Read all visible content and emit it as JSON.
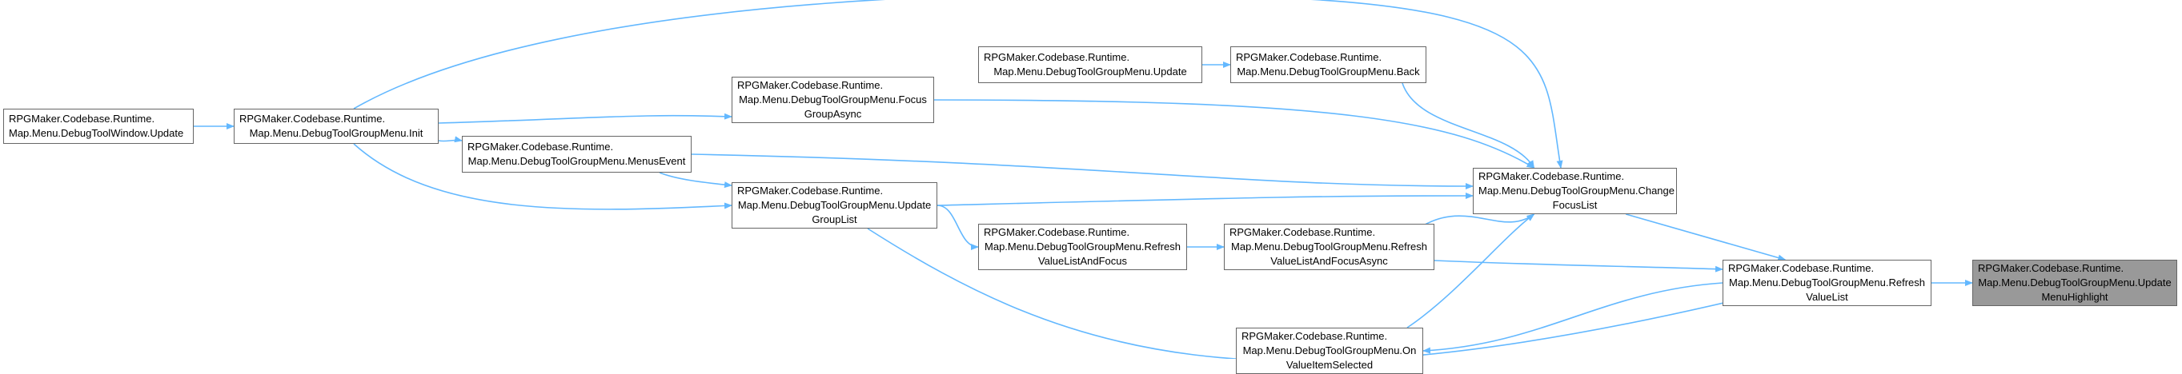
{
  "colors": {
    "edge": "#63b8ff",
    "node_border": "#666666",
    "node_fill": "#ffffff",
    "highlight_fill": "#999999"
  },
  "nodes": {
    "window_update": {
      "line1": "RPGMaker.Codebase.Runtime.",
      "line2": "Map.Menu.DebugToolWindow.Update"
    },
    "init": {
      "line1": "RPGMaker.Codebase.Runtime.",
      "line2": "Map.Menu.DebugToolGroupMenu.Init"
    },
    "menus_event": {
      "line1": "RPGMaker.Codebase.Runtime.",
      "line2": "Map.Menu.DebugToolGroupMenu.MenusEvent"
    },
    "focus_group_async": {
      "line1": "RPGMaker.Codebase.Runtime.",
      "line2": "Map.Menu.DebugToolGroupMenu.Focus",
      "line3": "GroupAsync"
    },
    "update_group_list": {
      "line1": "RPGMaker.Codebase.Runtime.",
      "line2": "Map.Menu.DebugToolGroupMenu.Update",
      "line3": "GroupList"
    },
    "group_update": {
      "line1": "RPGMaker.Codebase.Runtime.",
      "line2": "Map.Menu.DebugToolGroupMenu.Update"
    },
    "back": {
      "line1": "RPGMaker.Codebase.Runtime.",
      "line2": "Map.Menu.DebugToolGroupMenu.Back"
    },
    "refresh_value_list_and_focus": {
      "line1": "RPGMaker.Codebase.Runtime.",
      "line2": "Map.Menu.DebugToolGroupMenu.Refresh",
      "line3": "ValueListAndFocus"
    },
    "refresh_value_list_and_focus_async": {
      "line1": "RPGMaker.Codebase.Runtime.",
      "line2": "Map.Menu.DebugToolGroupMenu.Refresh",
      "line3": "ValueListAndFocusAsync"
    },
    "on_value_item_selected": {
      "line1": "RPGMaker.Codebase.Runtime.",
      "line2": "Map.Menu.DebugToolGroupMenu.On",
      "line3": "ValueItemSelected"
    },
    "change_focus_list": {
      "line1": "RPGMaker.Codebase.Runtime.",
      "line2": "Map.Menu.DebugToolGroupMenu.Change",
      "line3": "FocusList"
    },
    "refresh_value_list": {
      "line1": "RPGMaker.Codebase.Runtime.",
      "line2": "Map.Menu.DebugToolGroupMenu.Refresh",
      "line3": "ValueList"
    },
    "update_menu_highlight": {
      "line1": "RPGMaker.Codebase.Runtime.",
      "line2": "Map.Menu.DebugToolGroupMenu.Update",
      "line3": "MenuHighlight"
    }
  },
  "edges": [
    {
      "from": "window_update",
      "to": "init"
    },
    {
      "from": "init",
      "to": "focus_group_async"
    },
    {
      "from": "init",
      "to": "menus_event"
    },
    {
      "from": "init",
      "to": "update_group_list"
    },
    {
      "from": "init",
      "to": "change_focus_list"
    },
    {
      "from": "menus_event",
      "to": "update_group_list"
    },
    {
      "from": "menus_event",
      "to": "change_focus_list"
    },
    {
      "from": "focus_group_async",
      "to": "change_focus_list"
    },
    {
      "from": "group_update",
      "to": "back"
    },
    {
      "from": "back",
      "to": "change_focus_list"
    },
    {
      "from": "update_group_list",
      "to": "refresh_value_list_and_focus"
    },
    {
      "from": "update_group_list",
      "to": "change_focus_list"
    },
    {
      "from": "update_group_list",
      "to": "refresh_value_list"
    },
    {
      "from": "refresh_value_list_and_focus",
      "to": "refresh_value_list_and_focus_async"
    },
    {
      "from": "refresh_value_list_and_focus_async",
      "to": "change_focus_list"
    },
    {
      "from": "refresh_value_list_and_focus_async",
      "to": "refresh_value_list"
    },
    {
      "from": "on_value_item_selected",
      "to": "change_focus_list"
    },
    {
      "from": "change_focus_list",
      "to": "refresh_value_list"
    },
    {
      "from": "refresh_value_list",
      "to": "on_value_item_selected"
    },
    {
      "from": "refresh_value_list",
      "to": "update_menu_highlight"
    }
  ]
}
